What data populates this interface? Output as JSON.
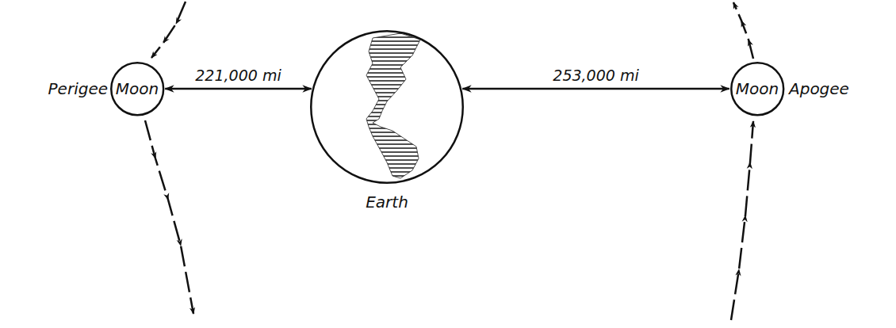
{
  "diagram": {
    "nodes": [
      {
        "text": [
          "Moon"
        ]
      },
      {
        "text": [
          "Earth"
        ]
      },
      {
        "text": [
          "Moon"
        ]
      }
    ],
    "edges": [
      {
        "from": 0,
        "to": 1,
        "label": "221,000 mi",
        "arrow": "both"
      },
      {
        "from": 1,
        "to": 2,
        "label": "253,000 mi",
        "arrow": "both"
      }
    ],
    "labels": [
      "Perigee",
      "Apogee"
    ]
  }
}
